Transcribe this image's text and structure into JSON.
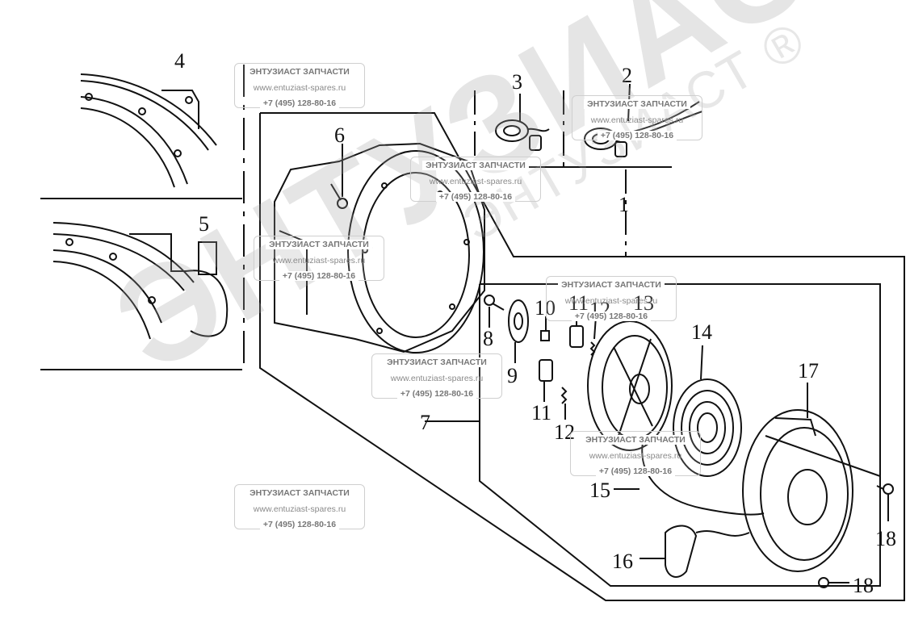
{
  "watermark": {
    "brand_main": "ЭНТУЗИАСТ!",
    "brand_small": "ЭНТУЗИАСТ ®"
  },
  "stamp": {
    "company": "ЭНТУЗИАСТ ЗАПЧАСТИ",
    "website": "www.entuziast-spares.ru",
    "phone": "+7 (495) 128-80-16"
  },
  "callouts": [
    "1",
    "2",
    "3",
    "4",
    "5",
    "6",
    "7",
    "8",
    "9",
    "10",
    "11",
    "11",
    "12",
    "12",
    "13",
    "14",
    "15",
    "16",
    "17",
    "18",
    "18"
  ]
}
